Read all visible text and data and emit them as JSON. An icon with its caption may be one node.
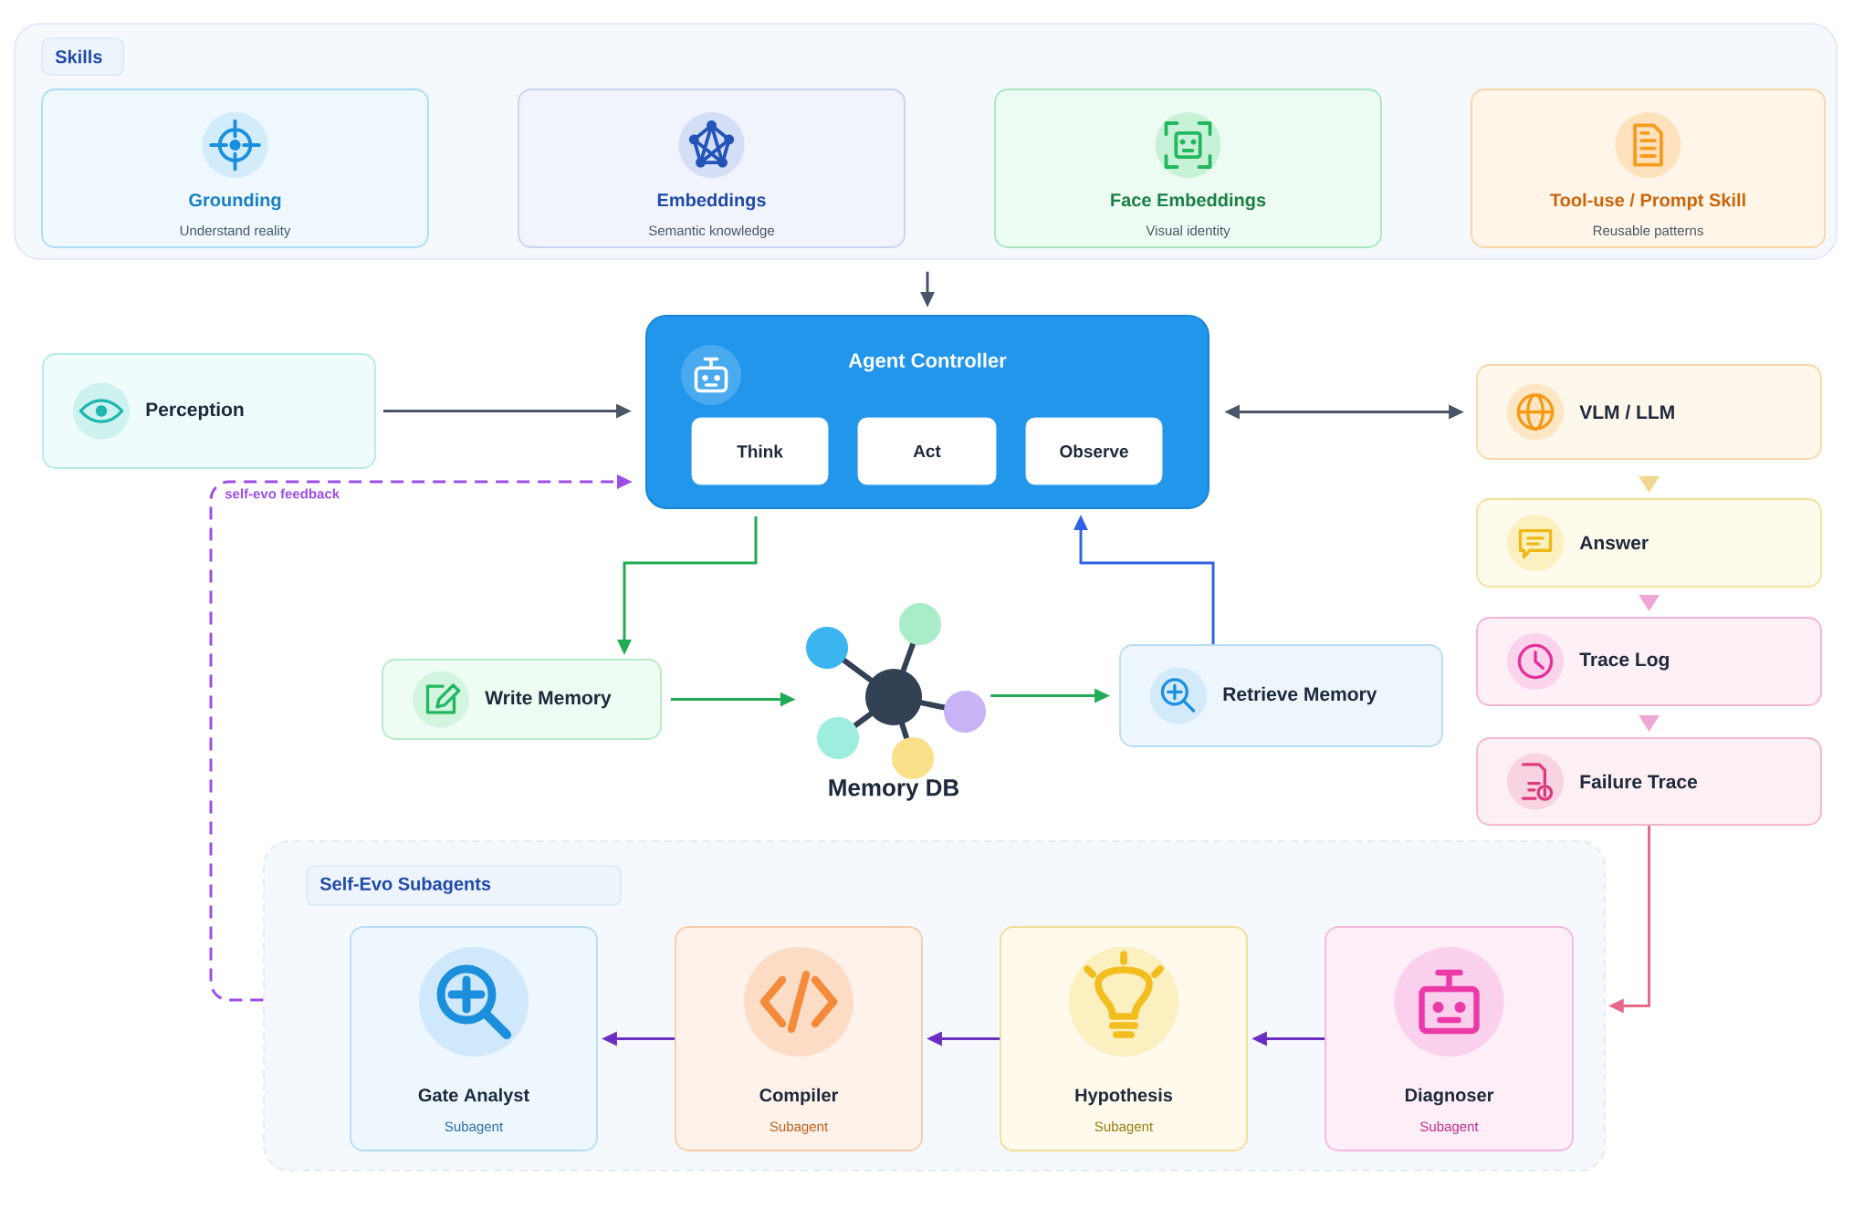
{
  "diagram": {
    "nodes": [
      {
        "text": [
          "Skills"
        ]
      },
      {
        "text": [
          "Grounding",
          "Understand reality"
        ],
        "in": 0
      },
      {
        "text": [
          "Embeddings",
          "Semantic knowledge"
        ],
        "in": 0
      },
      {
        "text": [
          "Face Embeddings",
          "Visual identity"
        ],
        "in": 0
      },
      {
        "text": [
          "Tool-use / Prompt Skill",
          "Reusable patterns"
        ],
        "in": 0
      },
      {
        "text": [
          "Agent Controller"
        ]
      },
      {
        "text": [
          "Think"
        ],
        "in": 5
      },
      {
        "text": [
          "Act"
        ],
        "in": 5
      },
      {
        "text": [
          "Observe"
        ],
        "in": 5
      },
      {
        "text": [
          "Perception"
        ]
      },
      {
        "text": [
          "VLM / LLM"
        ]
      },
      {
        "text": [
          "Answer"
        ]
      },
      {
        "text": [
          "Trace Log"
        ]
      },
      {
        "text": [
          "Failure Trace"
        ]
      },
      {
        "text": [
          "Write Memory"
        ]
      },
      {
        "text": [
          "Memory DB"
        ]
      },
      {
        "text": [
          "Retrieve Memory"
        ]
      },
      {
        "text": [
          "Self-Evo Subagents"
        ]
      },
      {
        "text": [
          "Gate Analyst",
          "Subagent"
        ],
        "in": 17
      },
      {
        "text": [
          "Compiler",
          "Subagent"
        ],
        "in": 17
      },
      {
        "text": [
          "Hypothesis",
          "Subagent"
        ],
        "in": 17
      },
      {
        "text": [
          "Diagnoser",
          "Subagent"
        ],
        "in": 17
      }
    ],
    "edges": [
      {
        "from": 0,
        "to": 5,
        "arrow": "to",
        "color": "#4a5568"
      },
      {
        "from": 9,
        "to": 5,
        "arrow": "to",
        "color": "#4a5568"
      },
      {
        "from": 5,
        "to": 10,
        "arrow": "both",
        "color": "#4a5568"
      },
      {
        "from": 10,
        "to": 11,
        "arrow": "to",
        "color": "#f3d68e"
      },
      {
        "from": 11,
        "to": 12,
        "arrow": "to",
        "color": "#f0a6d2"
      },
      {
        "from": 12,
        "to": 13,
        "arrow": "to",
        "color": "#f0a6d2"
      },
      {
        "from": 13,
        "to": 17,
        "arrow": "to",
        "color": "#e8688a"
      },
      {
        "from": 21,
        "to": 20,
        "arrow": "to",
        "color": "#6a2fc2"
      },
      {
        "from": 20,
        "to": 19,
        "arrow": "to",
        "color": "#6a2fc2"
      },
      {
        "from": 19,
        "to": 18,
        "arrow": "to",
        "color": "#6a2fc2"
      },
      {
        "from": 17,
        "to": 5,
        "arrow": "to",
        "label": "self-evo feedback",
        "style": "dashed",
        "color": "#9b4de8"
      },
      {
        "from": 5,
        "to": 14,
        "arrow": "to",
        "color": "#22aa55"
      },
      {
        "from": 14,
        "to": 15,
        "arrow": "to",
        "color": "#22aa55"
      },
      {
        "from": 15,
        "to": 16,
        "arrow": "to",
        "color": "#22aa55"
      },
      {
        "from": 16,
        "to": 5,
        "arrow": "to",
        "color": "#2f62e6"
      }
    ]
  }
}
